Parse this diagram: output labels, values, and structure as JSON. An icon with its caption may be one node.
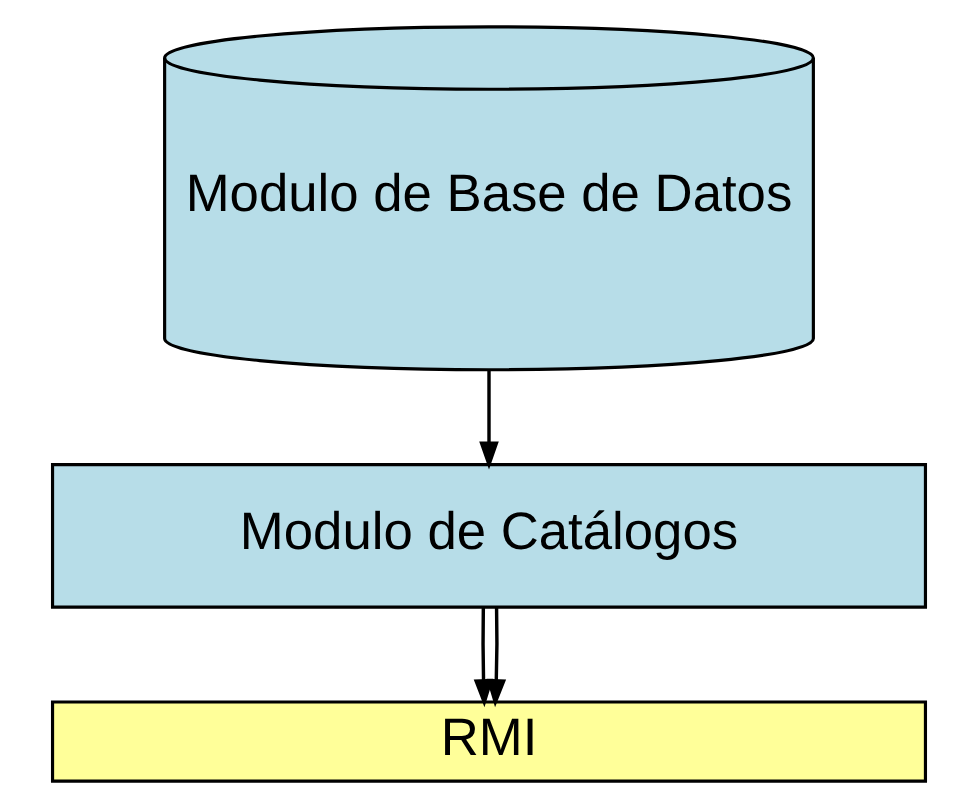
{
  "diagram": {
    "nodes": [
      {
        "text": [
          "Modulo de Base de Datos"
        ]
      },
      {
        "text": [
          "Modulo de Catálogos"
        ]
      },
      {
        "text": [
          "RMI"
        ]
      }
    ],
    "edges": [
      {
        "from": 0,
        "to": 1,
        "arrow": "to"
      },
      {
        "from": 1,
        "to": 2,
        "arrow": "to"
      },
      {
        "from": 1,
        "to": 2,
        "arrow": "to"
      }
    ]
  }
}
